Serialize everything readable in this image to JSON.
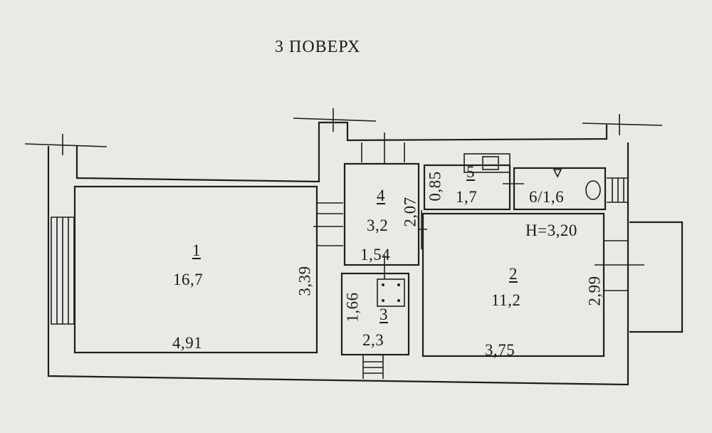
{
  "title": "3 ПОВЕРХ",
  "rooms": [
    {
      "number": "1",
      "area": "16,7"
    },
    {
      "number": "2",
      "area": "11,2"
    },
    {
      "number": "3",
      "area": "2,3"
    },
    {
      "number": "4",
      "area": "3,2"
    },
    {
      "number": "5",
      "area": "1,7"
    },
    {
      "label": "6/1,6"
    }
  ],
  "dimensions": {
    "room1_width": "4,91",
    "room1_height": "3,39",
    "room2_width": "3,75",
    "room2_height": "2,99",
    "room3_height": "1,66",
    "room4_width": "1,54",
    "room4_height": "2,07",
    "room5_height": "0,85"
  },
  "ceiling_height": "Н=3,20"
}
